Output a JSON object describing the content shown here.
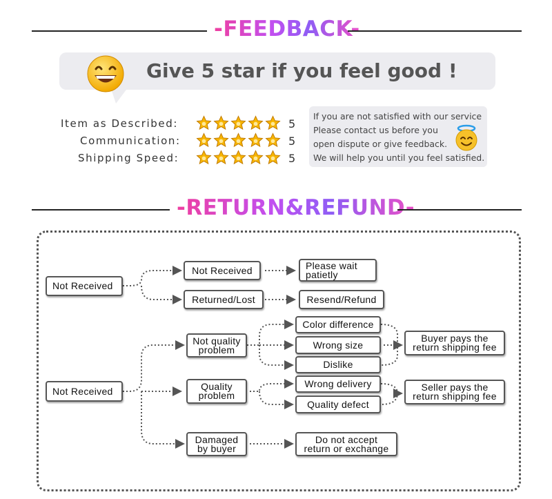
{
  "feedback": {
    "title": "-FEEDBACK-",
    "banner_text": "Give 5 star if you feel good !",
    "ratings": [
      {
        "label": "Item as Described:",
        "stars": 5,
        "value": "5"
      },
      {
        "label": "Communication:",
        "stars": 5,
        "value": "5"
      },
      {
        "label": "Shipping Speed:",
        "stars": 5,
        "value": "5"
      }
    ],
    "note_lines": [
      "If you are not satisfied with our service",
      "Please contact us before you",
      "open dispute or give feedback.",
      "We will help you until you feel satisfied."
    ]
  },
  "refund": {
    "title": "-RETURN&REFUND-",
    "nodes": {
      "not_received_1": "Not Received",
      "not_received_sub": "Not Received",
      "returned_lost": "Returned/Lost",
      "please_wait": "Please wait\npatietly",
      "resend_refund": "Resend/Refund",
      "not_received_2": "Not Received",
      "not_quality": "Not quality\nproblem",
      "quality_problem": "Quality\nproblem",
      "damaged": "Damaged\nby buyer",
      "color_diff": "Color difference",
      "wrong_size": "Wrong size",
      "dislike": "Dislike",
      "wrong_delivery": "Wrong delivery",
      "quality_defect": "Quality defect",
      "buyer_pays": "Buyer pays the\nreturn shipping fee",
      "seller_pays": "Seller pays the\nreturn shipping fee",
      "not_accept": "Do not accept\nreturn or exchange"
    }
  },
  "colors": {
    "star": "#f7b500",
    "line": "#555555",
    "banner_bg": "#ececf0"
  },
  "icons": [
    "grinning-face-icon",
    "halo-face-icon",
    "star-icon"
  ]
}
